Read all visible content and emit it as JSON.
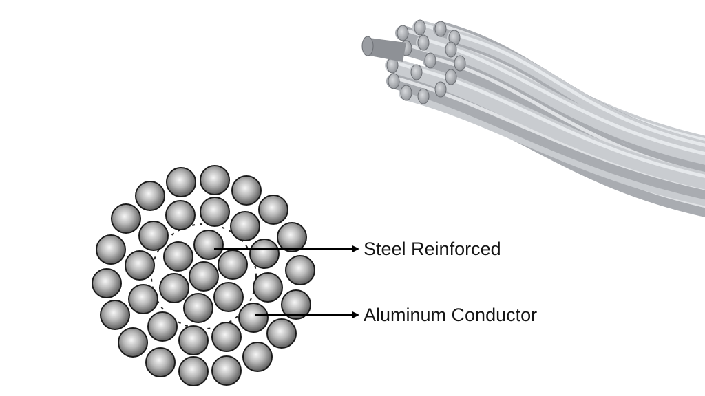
{
  "diagram": {
    "title": "ACSR cable cross-section",
    "labels": {
      "steel": "Steel Reinforced",
      "aluminum": "Aluminum Conductor"
    },
    "strands": {
      "outer_ring_count": 18,
      "middle_ring_count": 12,
      "core_count": 7
    },
    "colors": {
      "strand_fill_light": "#f4f4f4",
      "strand_fill_dark": "#5a5a5a",
      "strand_outline": "#1a1a1a",
      "arrow": "#000000",
      "cable_light": "#d9dbdf",
      "cable_mid": "#aeb1b6",
      "cable_dark": "#6f7277"
    }
  }
}
